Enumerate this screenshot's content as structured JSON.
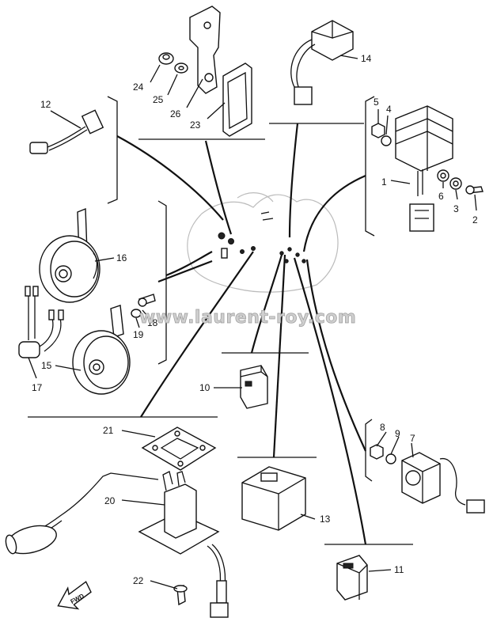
{
  "watermark": "www.laurent-roy.com",
  "fwd_label": "FWD",
  "callouts": {
    "c1": "1",
    "c2": "2",
    "c3": "3",
    "c4": "4",
    "c5": "5",
    "c6": "6",
    "c7": "7",
    "c8": "8",
    "c9": "9",
    "c10": "10",
    "c11": "11",
    "c12": "12",
    "c13": "13",
    "c14": "14",
    "c15": "15",
    "c16": "16",
    "c17": "17",
    "c18": "18",
    "c19": "19",
    "c20": "20",
    "c21": "21",
    "c22": "22",
    "c23": "23",
    "c24": "24",
    "c25": "25",
    "c26": "26"
  }
}
